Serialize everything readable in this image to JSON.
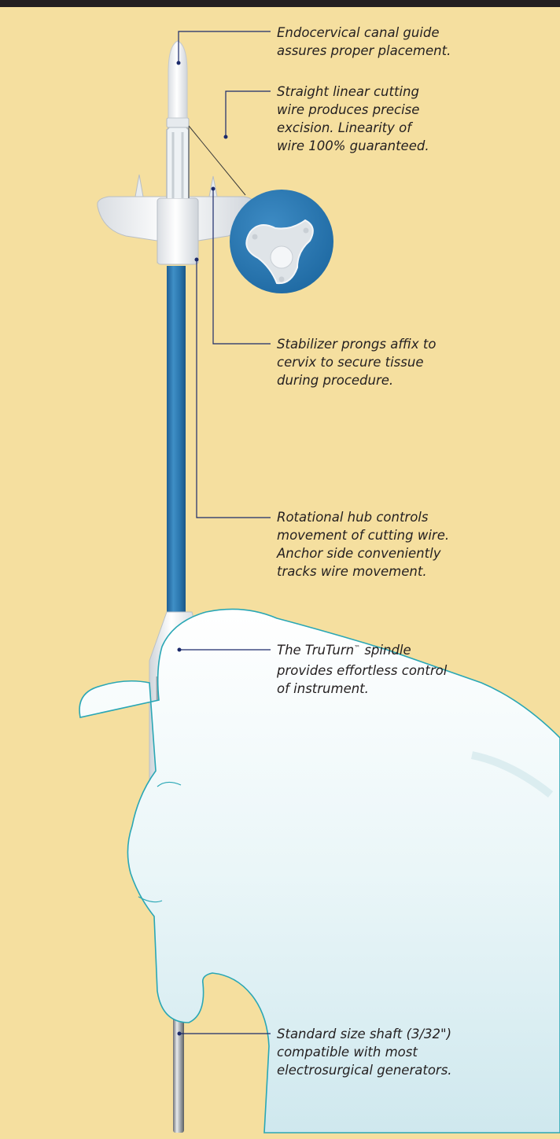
{
  "colors": {
    "background": "#f5df9f",
    "top_rule": "#231f20",
    "shaft_blue": "#2a76ae",
    "leader_lines": "#1b2a6b",
    "glove_outline": "#2aa7b5"
  },
  "callouts": {
    "guide": {
      "line1": "Endocervical canal guide",
      "line2": "assures proper placement."
    },
    "wire": {
      "line1": "Straight linear cutting",
      "line2": "wire produces precise",
      "line3": "excision. Linearity of",
      "line4": "wire 100% guaranteed."
    },
    "prongs": {
      "line1": "Stabilizer prongs affix to",
      "line2": "cervix to secure tissue",
      "line3": "during procedure."
    },
    "hub": {
      "line1": "Rotational hub controls",
      "line2": "movement of cutting wire.",
      "line3": "Anchor side conveniently",
      "line4": "tracks wire movement."
    },
    "spindle": {
      "line1a": "The TruTurn",
      "tm": "™",
      "line1b": " spindle",
      "line2": "provides effortless control",
      "line3": "of instrument."
    },
    "shaft": {
      "line1": "Standard size shaft (3/32\")",
      "line2": "compatible with most",
      "line3": "electrosurgical generators."
    }
  }
}
